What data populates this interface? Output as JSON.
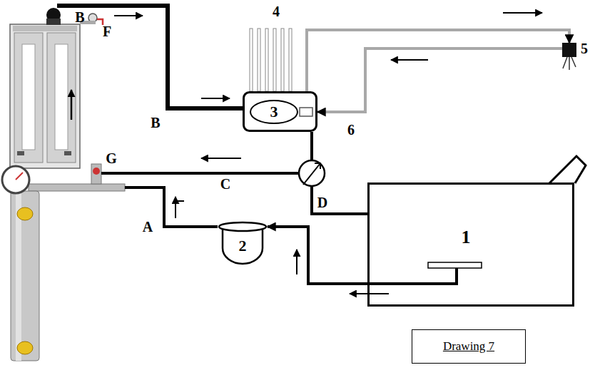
{
  "diagram": {
    "caption": "Drawing 7",
    "nodes": [
      {
        "text": [
          "3"
        ]
      },
      {
        "text": [
          "5"
        ]
      },
      {
        "text": [
          "1"
        ]
      },
      {
        "text": [
          "2"
        ]
      }
    ],
    "edges": [
      {
        "from": 2,
        "to": 3,
        "arrow": "to"
      },
      {
        "from": 1,
        "to": 0,
        "label": "6",
        "arrow": "to"
      },
      {
        "from": 0,
        "to": 1,
        "arrow": "to"
      },
      {
        "from": 0,
        "to": 2,
        "label": "D",
        "arrow": "none"
      }
    ],
    "labels": [
      "B",
      "B",
      "F",
      "4",
      "G",
      "C",
      "A"
    ]
  }
}
